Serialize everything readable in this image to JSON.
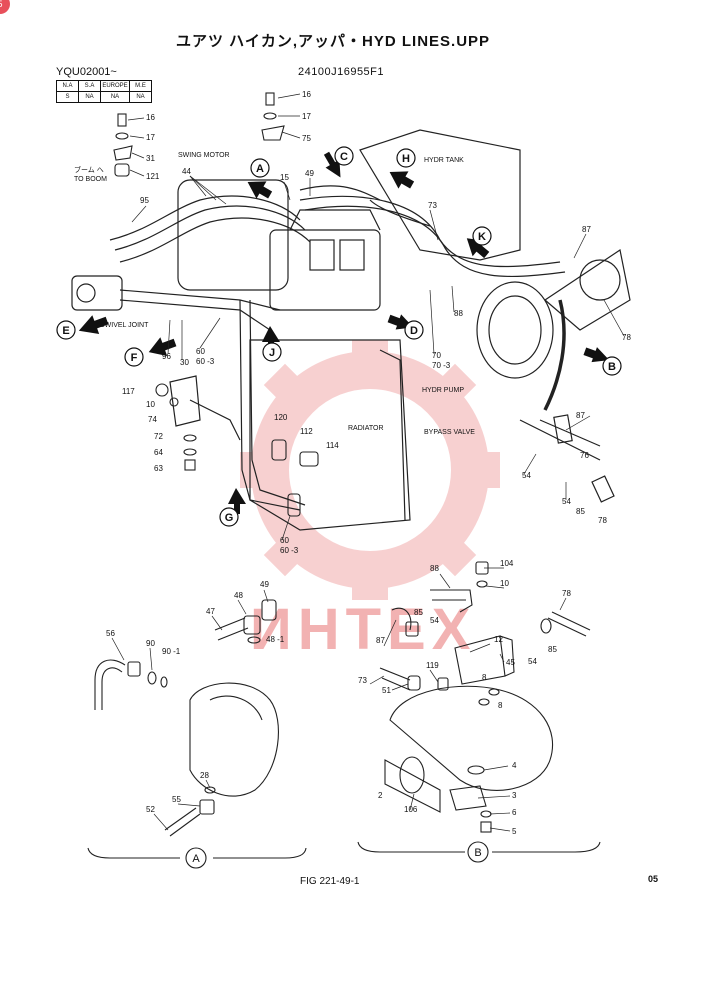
{
  "header": {
    "title": "ユアツ ハイカン,アッパ・HYD LINES.UPP",
    "serial": "YQU02001~",
    "part_number": "24100J16955F1",
    "figure": "FIG 221-49-1",
    "corner_mark": "05",
    "badge": "5"
  },
  "market_table": {
    "headers": [
      "N.A",
      "S.A",
      "EUROPE",
      "M.E"
    ],
    "values": [
      "S",
      "NA",
      "NA",
      "NA"
    ]
  },
  "watermark": "ИНТЕХ",
  "labels": {
    "to_boom_jp": "ブーム へ",
    "to_boom": "TO BOOM",
    "swing_motor": "SWING MOTOR",
    "swivel_joint": "SWIVEL JOINT",
    "hydr_tank": "HYDR TANK",
    "hydr_pump": "HYDR PUMP",
    "radiator": "RADIATOR",
    "bypass_valve": "BYPASS VALVE"
  },
  "callouts": [
    "A",
    "B",
    "C",
    "D",
    "E",
    "F",
    "G",
    "H",
    "J",
    "K"
  ],
  "part_numbers": {
    "p16a": "16",
    "p17a": "17",
    "p75": "75",
    "p16b": "16",
    "p17b": "17",
    "p31": "31",
    "p121": "121",
    "p44": "44",
    "p15": "15",
    "p49a": "49",
    "p95": "95",
    "p73a": "73",
    "p87a": "87",
    "p88a": "88",
    "p70": "70",
    "p70_3": "70 -3",
    "p78a": "78",
    "p96": "96",
    "p30": "30",
    "p60a": "60",
    "p60_3a": "60 -3",
    "p117": "117",
    "p10a": "10",
    "p74": "74",
    "p72": "72",
    "p64": "64",
    "p63": "63",
    "p120": "120",
    "p112": "112",
    "p114": "114",
    "p60b": "60",
    "p60_3b": "60 -3",
    "p87b": "87",
    "p76": "76",
    "p54a": "54",
    "p54b": "54",
    "p85a": "85",
    "p78b": "78",
    "p56": "56",
    "p90": "90",
    "p90_1": "90 -1",
    "p47": "47",
    "p48": "48",
    "p49b": "49",
    "p48_1": "48 -1",
    "p28": "28",
    "p55": "55",
    "p52": "52",
    "p104": "104",
    "p10b": "10",
    "p88b": "88",
    "p85b": "85",
    "p54c": "54",
    "p78c": "78",
    "p87c": "87",
    "p12": "12",
    "p45": "45",
    "p54d": "54",
    "p85c": "85",
    "p119": "119",
    "p73b": "73",
    "p51": "51",
    "p8a": "8",
    "p8b": "8",
    "p4": "4",
    "p2": "2",
    "p106": "106",
    "p3": "3",
    "p6": "6",
    "p5": "5"
  },
  "detail_labels": {
    "detail_a": "A",
    "detail_b": "B"
  }
}
